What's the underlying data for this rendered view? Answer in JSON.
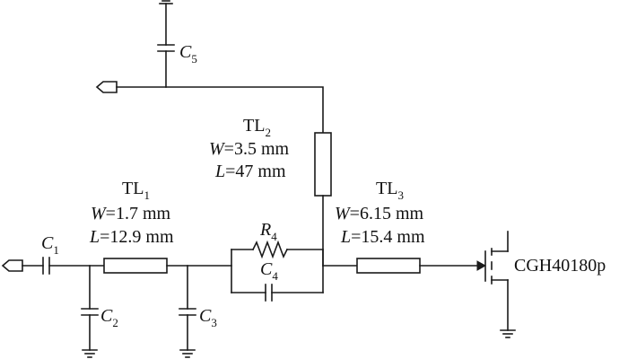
{
  "components": {
    "c1": {
      "label": "C",
      "sub": "1"
    },
    "c2": {
      "label": "C",
      "sub": "2"
    },
    "c3": {
      "label": "C",
      "sub": "3"
    },
    "c4": {
      "label": "C",
      "sub": "4"
    },
    "c5": {
      "label": "C",
      "sub": "5"
    },
    "r4": {
      "label": "R",
      "sub": "4"
    }
  },
  "lines": {
    "tl1": {
      "name": "TL",
      "sub": "1",
      "w_sym": "W",
      "w_val": "=1.7 mm",
      "l_sym": "L",
      "l_val": "=12.9 mm"
    },
    "tl2": {
      "name": "TL",
      "sub": "2",
      "w_sym": "W",
      "w_val": "=3.5 mm",
      "l_sym": "L",
      "l_val": "=47 mm"
    },
    "tl3": {
      "name": "TL",
      "sub": "3",
      "w_sym": "W",
      "w_val": "=6.15 mm",
      "l_sym": "L",
      "l_val": "=15.4 mm"
    }
  },
  "transistor": {
    "label": "CGH40180p"
  }
}
